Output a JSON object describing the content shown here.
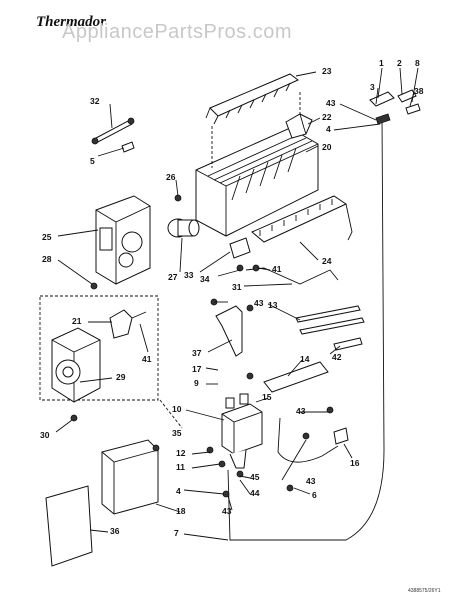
{
  "header": {
    "brand": "Thermador",
    "watermark": "AppliancePartsPros.com"
  },
  "diagram": {
    "callouts": [
      "23",
      "1",
      "2",
      "8",
      "3",
      "38",
      "43",
      "32",
      "22",
      "4",
      "5",
      "20",
      "26",
      "25",
      "24",
      "28",
      "27",
      "33",
      "34",
      "41",
      "31",
      "43",
      "13",
      "21",
      "41",
      "37",
      "14",
      "42",
      "17",
      "9",
      "29",
      "15",
      "43",
      "10",
      "30",
      "35",
      "12",
      "16",
      "11",
      "45",
      "4",
      "44",
      "6",
      "43",
      "18",
      "43",
      "7",
      "36"
    ],
    "footer_code": "4388575/26Y1"
  }
}
